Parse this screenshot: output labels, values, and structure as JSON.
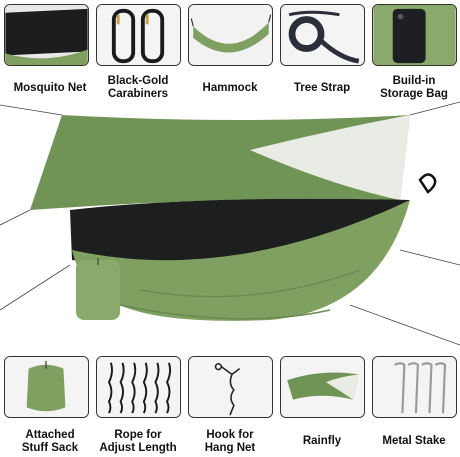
{
  "top_features": [
    {
      "line1": "Mosquito Net",
      "line2": ""
    },
    {
      "line1": "Black-Gold",
      "line2": "Carabiners"
    },
    {
      "line1": "Hammock",
      "line2": ""
    },
    {
      "line1": "Tree Strap",
      "line2": ""
    },
    {
      "line1": "Build-in",
      "line2": "Storage Bag"
    }
  ],
  "bottom_features": [
    {
      "line1": "Attached",
      "line2": "Stuff Sack"
    },
    {
      "line1": "Rope for",
      "line2": "Adjust Length"
    },
    {
      "line1": "Hook for",
      "line2": "Hang Net"
    },
    {
      "line1": "Rainfly",
      "line2": ""
    },
    {
      "line1": "Metal Stake",
      "line2": ""
    }
  ],
  "colors": {
    "hammock_green": "#7fa061",
    "rainfly_green": "#6f9455",
    "rainfly_underside": "#e9ece4",
    "mosquito_net": "#1c1f1d"
  }
}
